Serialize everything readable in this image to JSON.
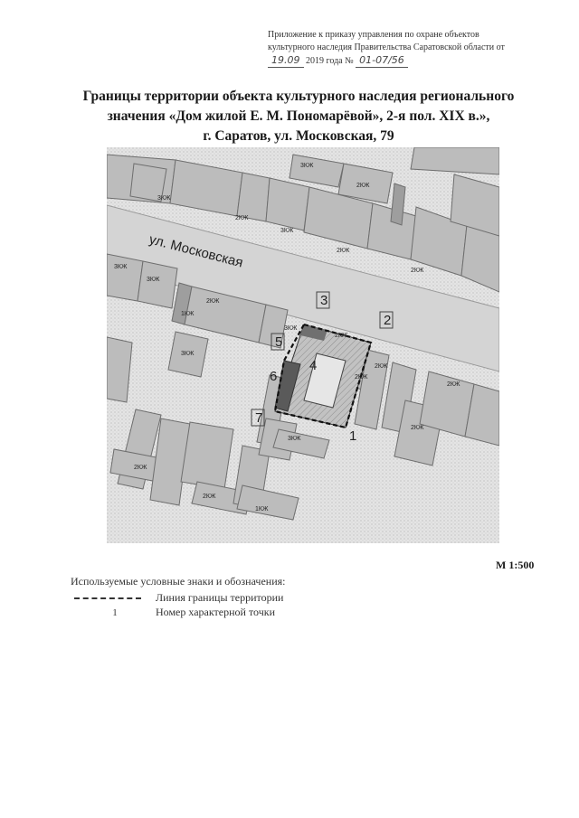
{
  "header": {
    "line1": "Приложение к приказу управления по охране объектов",
    "line2": "культурного наследия Правительства Саратовской области от",
    "date_hand": "19.09",
    "year_text": "2019 года №",
    "number_hand": "01-07/56"
  },
  "title": {
    "line1": "Границы территории объекта культурного наследия регионального",
    "line2": "значения «Дом жилой Е. М. Пономарёвой», 2-я пол. XIX в.»,",
    "line3": "г. Саратов, ул. Московская, 79"
  },
  "map": {
    "street_label": "ул. Московская",
    "building_labels": [
      "3КЖ",
      "2КЖ",
      "3КЖ",
      "2КЖ",
      "3КЖ",
      "2КЖ",
      "3КЖ",
      "2КЖ",
      "3КЖ",
      "2КЖ",
      "1КЖ",
      "3КЖ",
      "2КЖ",
      "3КЖ",
      "2КЖ",
      "2КЖ",
      "3КЖ",
      "2КЖ",
      "2КЖ",
      "1КЖ",
      "2КЖ",
      "2КЖ"
    ],
    "points": [
      "1",
      "2",
      "3",
      "4",
      "5",
      "6",
      "7"
    ]
  },
  "scale": "М 1:500",
  "legend": {
    "title": "Используемые условные знаки и обозначения:",
    "boundary_label": "Линия границы территории",
    "point_symbol": "1",
    "point_label": "Номер характерной точки"
  },
  "colors": {
    "paper": "#ffffff",
    "building": "#bdbdbd",
    "street": "#d6d6d6",
    "object": "#6a6a6a"
  }
}
